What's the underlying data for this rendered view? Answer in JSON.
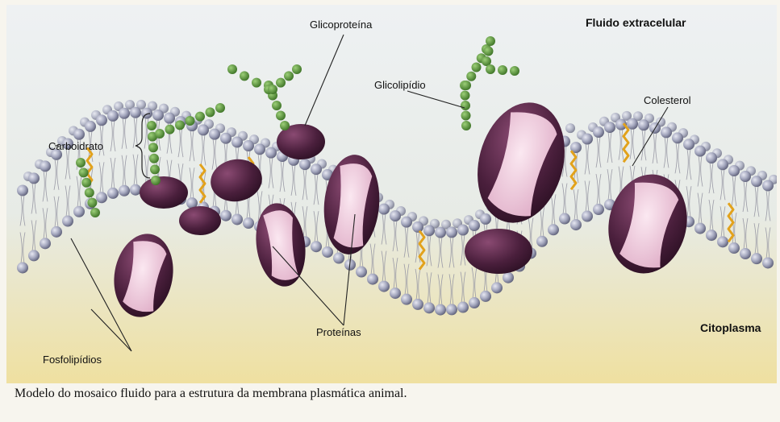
{
  "labels": {
    "fluido_extracelular": "Fluido extracelular",
    "citoplasma": "Citoplasma",
    "glicoproteina": "Glicoproteína",
    "glicolipidio": "Glicolipídio",
    "colesterol": "Colesterol",
    "carboidrato": "Carboidrato",
    "proteinas": "Proteínas",
    "fosfolipidios": "Fosfolipídios"
  },
  "caption": "Modelo do mosaico fluido para a estrutura da membrana plasmática animal.",
  "colors": {
    "background_top": "#e9eef2",
    "background_bottom": "#eee2a8",
    "lipid_head": "#9a9db4",
    "protein_dark": "#4a1f3c",
    "protein_light": "#f1cfe0",
    "carbohydrate": "#4f8a35",
    "cholesterol": "#e2a21c"
  }
}
